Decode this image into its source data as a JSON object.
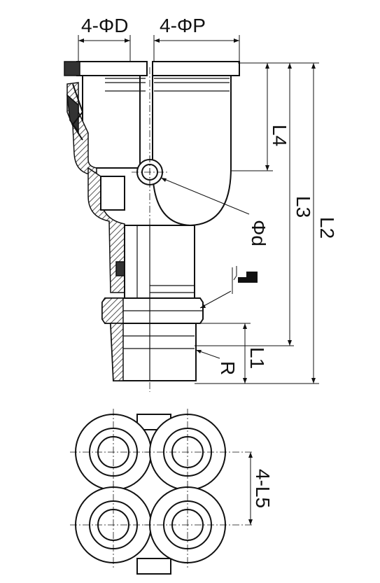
{
  "labels": {
    "port_diameter": "4-ΦD",
    "tube_pitch": "4-ΦP",
    "l4": "L4",
    "l3": "L3",
    "l2": "L2",
    "l1": "L1",
    "hole": "Φd",
    "thread": "R",
    "l5": "4-L5"
  },
  "colors": {
    "line": "#111111",
    "hatch": "#555555",
    "background": "#ffffff"
  }
}
